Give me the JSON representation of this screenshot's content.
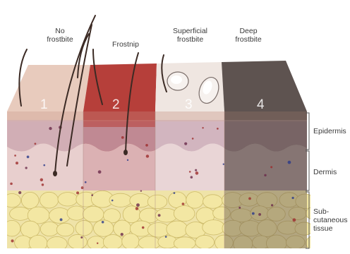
{
  "stages": [
    {
      "number": "1",
      "label": "No\nfrostbite",
      "tissue_color": "#e6c3b2"
    },
    {
      "number": "2",
      "label": "Frostnip",
      "tissue_color": "#a4312e"
    },
    {
      "number": "3",
      "label": "Superficial\nfrostbite",
      "tissue_color": "#ece0da"
    },
    {
      "number": "4",
      "label": "Deep\nfrostbite",
      "tissue_color": "#5a4d48"
    }
  ],
  "layers": [
    {
      "label": "Epidermis"
    },
    {
      "label": "Dermis"
    },
    {
      "label": "Sub-\ncutaneous\ntissue"
    }
  ],
  "colors": {
    "fat": "#f3e7a3",
    "dermis": "#e8d2d4",
    "epidermis": "#c9a7b6",
    "hair": "#3b2a24"
  }
}
